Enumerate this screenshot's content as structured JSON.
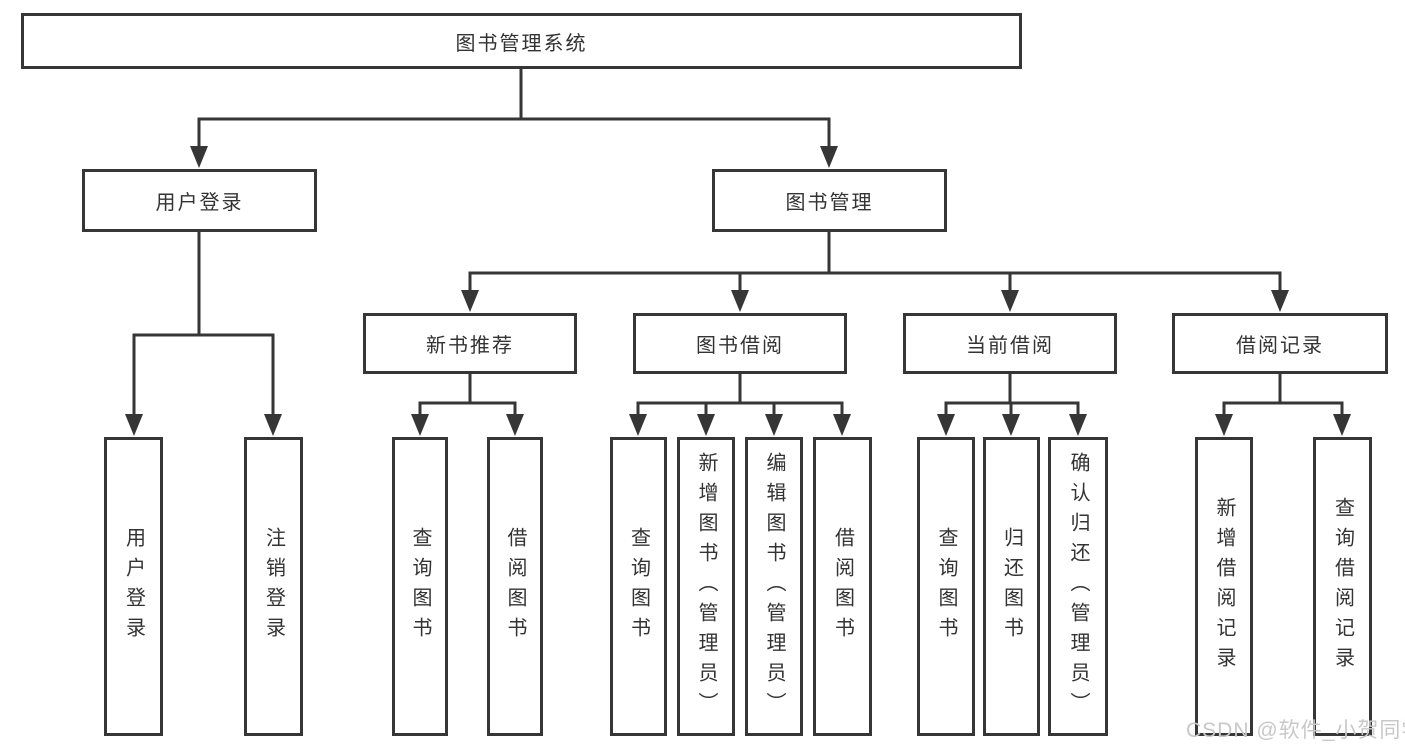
{
  "tree": {
    "root": {
      "label": "图书管理系统"
    },
    "branches": [
      {
        "label": "用户登录",
        "children": [
          {
            "label": "用户登录"
          },
          {
            "label": "注销登录"
          }
        ]
      },
      {
        "label": "图书管理",
        "children": [
          {
            "label": "新书推荐",
            "children": [
              {
                "label": "查询图书"
              },
              {
                "label": "借阅图书"
              }
            ]
          },
          {
            "label": "图书借阅",
            "children": [
              {
                "label": "查询图书"
              },
              {
                "label": "新增图书（管理员）"
              },
              {
                "label": "编辑图书（管理员）"
              },
              {
                "label": "借阅图书"
              }
            ]
          },
          {
            "label": "当前借阅",
            "children": [
              {
                "label": "查询图书"
              },
              {
                "label": "归还图书"
              },
              {
                "label": "确认归还（管理员）"
              }
            ]
          },
          {
            "label": "借阅记录",
            "children": [
              {
                "label": "新增借阅记录"
              },
              {
                "label": "查询借阅记录"
              }
            ]
          }
        ]
      }
    ]
  },
  "watermark": {
    "text": "CSDN @软件_小贺同学"
  },
  "colors": {
    "line": "#363636",
    "text": "#333333",
    "background": "#ffffff",
    "watermark": "#c8c8c8"
  }
}
